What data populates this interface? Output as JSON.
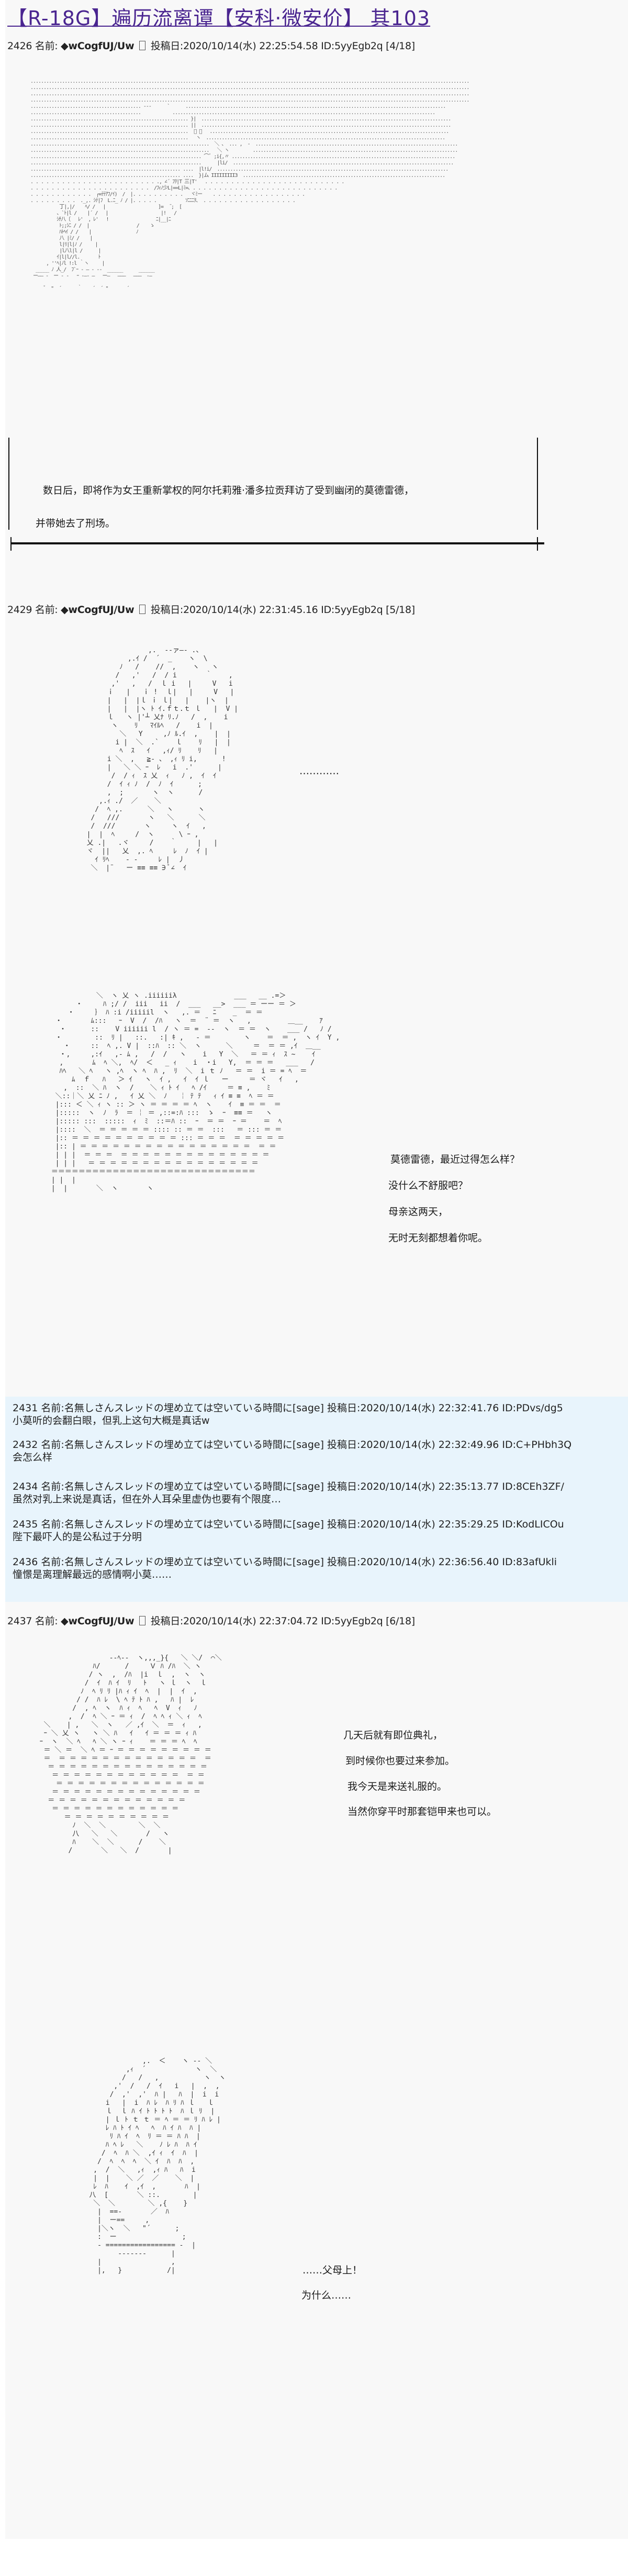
{
  "title": "【R-18G】遍历流离谭【安科·微安价】 其103",
  "posts": [
    {
      "number": "2426",
      "name_label": "名前:",
      "name": "◆wCogfUJ/Uw",
      "date_label": "投稿日:",
      "date": "2020/10/14(水) 22:25:54.58",
      "id": "ID:5yyEgb2q",
      "count": "[4/18]",
      "narration": [
        "数日后，即将作为女王重新掌权的阿尔托莉雅·潘多拉贡拜访了受到幽闭的莫德雷德，",
        "并带她去了刑场。"
      ]
    },
    {
      "number": "2429",
      "name_label": "名前:",
      "name": "◆wCogfUJ/Uw",
      "date_label": "投稿日:",
      "date": "2020/10/14(水) 22:31:45.16",
      "id": "ID:5yyEgb2q",
      "count": "[5/18]",
      "dialogue_1": "…………",
      "dialogue_2": [
        "莫德雷德，最近过得怎么样？",
        "没什么不舒服吧？",
        "母亲这两天，",
        "无时无刻都想着你呢。"
      ]
    },
    {
      "number": "2437",
      "name_label": "名前:",
      "name": "◆wCogfUJ/Uw",
      "date_label": "投稿日:",
      "date": "2020/10/14(水) 22:37:04.72",
      "id": "ID:5yyEgb2q",
      "count": "[6/18]",
      "dialogue_1": [
        "几天后就有即位典礼，",
        "到时候你也要过来参加。",
        "我今天是来送礼服的。",
        "当然你穿平时那套铠甲来也可以。"
      ],
      "dialogue_2": [
        "……父母上！",
        "为什么……"
      ]
    }
  ],
  "replies": [
    {
      "number": "2431",
      "name_label": "名前:",
      "name": "名無しさんスレッドの埋め立ては空いている時間に[sage]",
      "date_label": "投稿日:",
      "date": "2020/10/14(水) 22:32:41.76",
      "id": "ID:PDvs/dg5",
      "body": "小莫听的会翻白眼，但乳上这句大概是真话w"
    },
    {
      "number": "2432",
      "name_label": "名前:",
      "name": "名無しさんスレッドの埋め立ては空いている時間に[sage]",
      "date_label": "投稿日:",
      "date": "2020/10/14(水) 22:32:49.96",
      "id": "ID:C+PHbh3Q",
      "body": "会怎么样"
    },
    {
      "number": "2434",
      "name_label": "名前:",
      "name": "名無しさんスレッドの埋め立ては空いている時間に[sage]",
      "date_label": "投稿日:",
      "date": "2020/10/14(水) 22:35:13.77",
      "id": "ID:8CEh3ZF/",
      "body": "虽然对乳上来说是真话，但在外人耳朵里虚伪也要有个限度…"
    },
    {
      "number": "2435",
      "name_label": "名前:",
      "name": "名無しさんスレッドの埋め立ては空いている時間に[sage]",
      "date_label": "投稿日:",
      "date": "2020/10/14(水) 22:35:29.25",
      "id": "ID:KodLICOu",
      "body": "陛下最吓人的是公私过于分明"
    },
    {
      "number": "2436",
      "name_label": "名前:",
      "name": "名無しさんスレッドの埋め立ては空いている時間に[sage]",
      "date_label": "投稿日:",
      "date": "2020/10/14(水) 22:36:56.40",
      "id": "ID:83afUkli",
      "body": "憧憬是离理解最远的感情啊小莫……"
    }
  ],
  "colors": {
    "title": "#4a2590",
    "reply_background": "#e8f4fc",
    "page_background": "#f8f8f8"
  }
}
